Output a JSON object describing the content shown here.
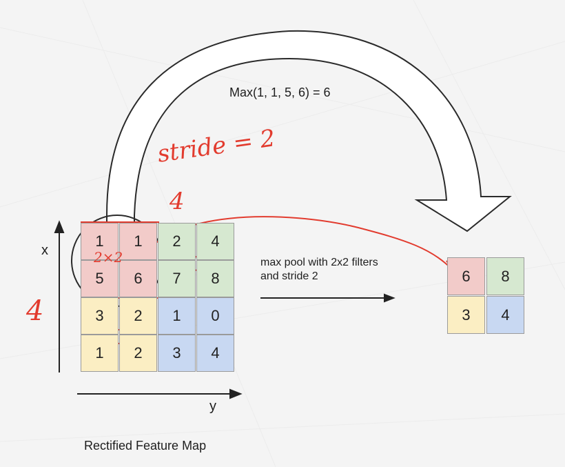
{
  "formula": "Max(1, 1, 5, 6) = 6",
  "feature_map": {
    "title": "Rectified Feature Map",
    "x_axis_label": "x",
    "y_axis_label": "y",
    "cells": [
      {
        "value": "1",
        "quadrant": "red"
      },
      {
        "value": "1",
        "quadrant": "red"
      },
      {
        "value": "2",
        "quadrant": "green"
      },
      {
        "value": "4",
        "quadrant": "green"
      },
      {
        "value": "5",
        "quadrant": "red"
      },
      {
        "value": "6",
        "quadrant": "red"
      },
      {
        "value": "7",
        "quadrant": "green"
      },
      {
        "value": "8",
        "quadrant": "green"
      },
      {
        "value": "3",
        "quadrant": "yellow"
      },
      {
        "value": "2",
        "quadrant": "yellow"
      },
      {
        "value": "1",
        "quadrant": "blue"
      },
      {
        "value": "0",
        "quadrant": "blue"
      },
      {
        "value": "1",
        "quadrant": "yellow"
      },
      {
        "value": "2",
        "quadrant": "yellow"
      },
      {
        "value": "3",
        "quadrant": "blue"
      },
      {
        "value": "4",
        "quadrant": "blue"
      }
    ]
  },
  "operation_label": "max pool with 2x2 filters\nand stride 2",
  "pooled_map": {
    "cells": [
      {
        "value": "6",
        "quadrant": "red"
      },
      {
        "value": "8",
        "quadrant": "green"
      },
      {
        "value": "3",
        "quadrant": "yellow"
      },
      {
        "value": "4",
        "quadrant": "blue"
      }
    ]
  },
  "annotations": {
    "stride": "stride = 2",
    "width": "4",
    "height": "4",
    "filter_size": "2×2"
  },
  "colors": {
    "red": "#f2cbc9",
    "green": "#d6e8d0",
    "yellow": "#fbeec3",
    "blue": "#c8d8f2",
    "ink": "#e23b2e",
    "arrow": "#2a2a2a"
  }
}
